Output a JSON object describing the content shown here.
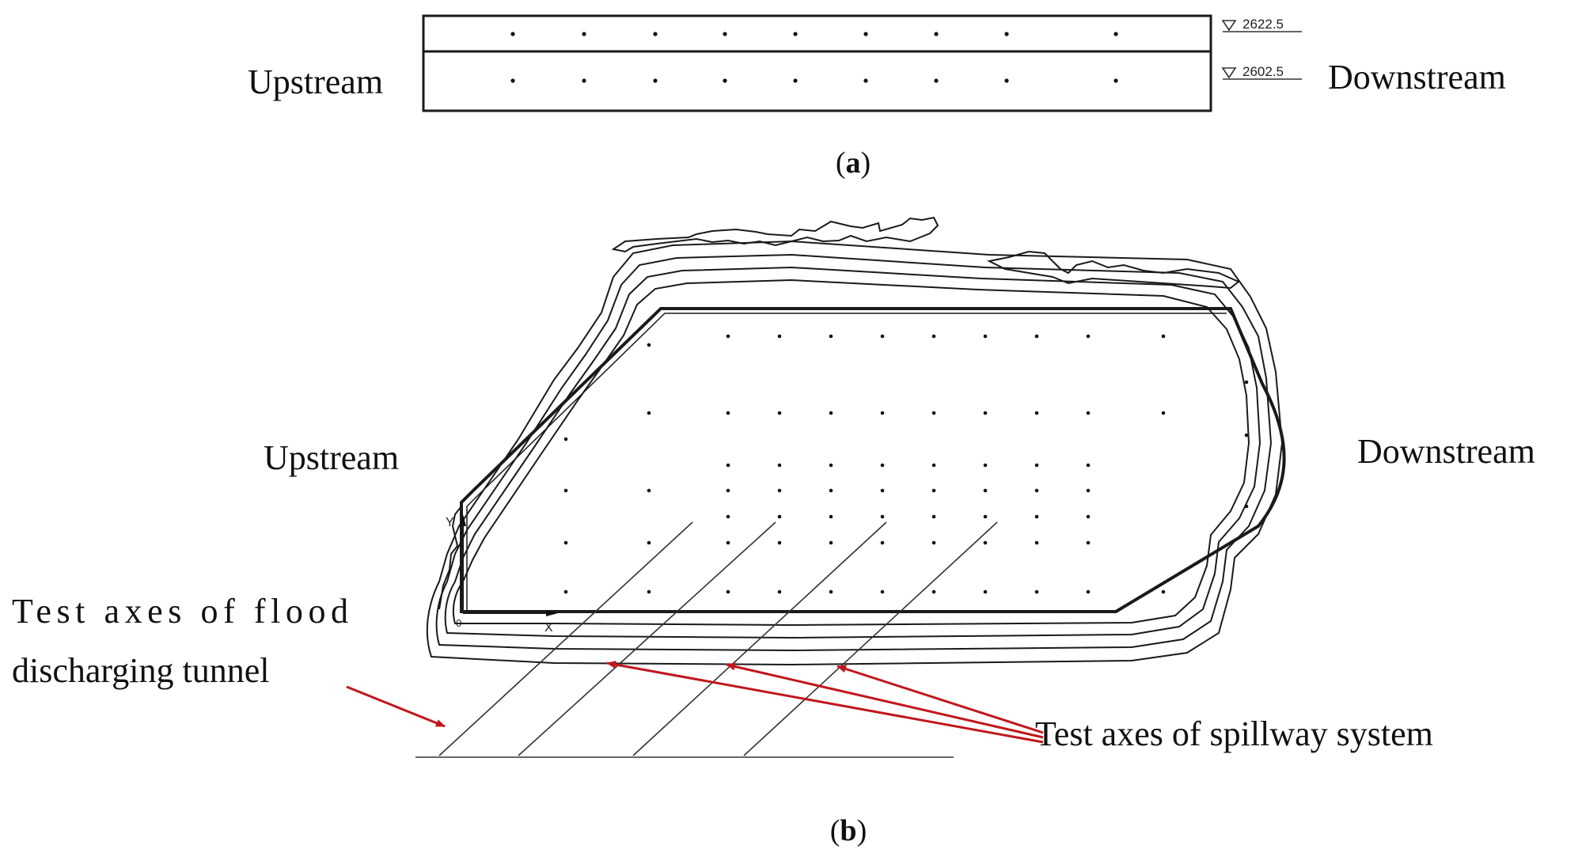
{
  "panel_a": {
    "upstream_label": "Upstream",
    "downstream_label": "Downstream",
    "elevation_top": "2622.5",
    "elevation_bottom": "2602.5",
    "caption": "a"
  },
  "panel_b": {
    "upstream_label": "Upstream",
    "downstream_label": "Downstream",
    "axis_y_label": "Y",
    "axis_x_label": "X",
    "axis_origin_label": "0",
    "flood_tunnel_label_line1": "Test axes of flood",
    "flood_tunnel_label_line2": "discharging tunnel",
    "spillway_label": "Test axes of spillway system",
    "caption": "b"
  },
  "colors": {
    "annotation_arrow": "#c0171c",
    "drawing_line": "#1a1a1a"
  }
}
